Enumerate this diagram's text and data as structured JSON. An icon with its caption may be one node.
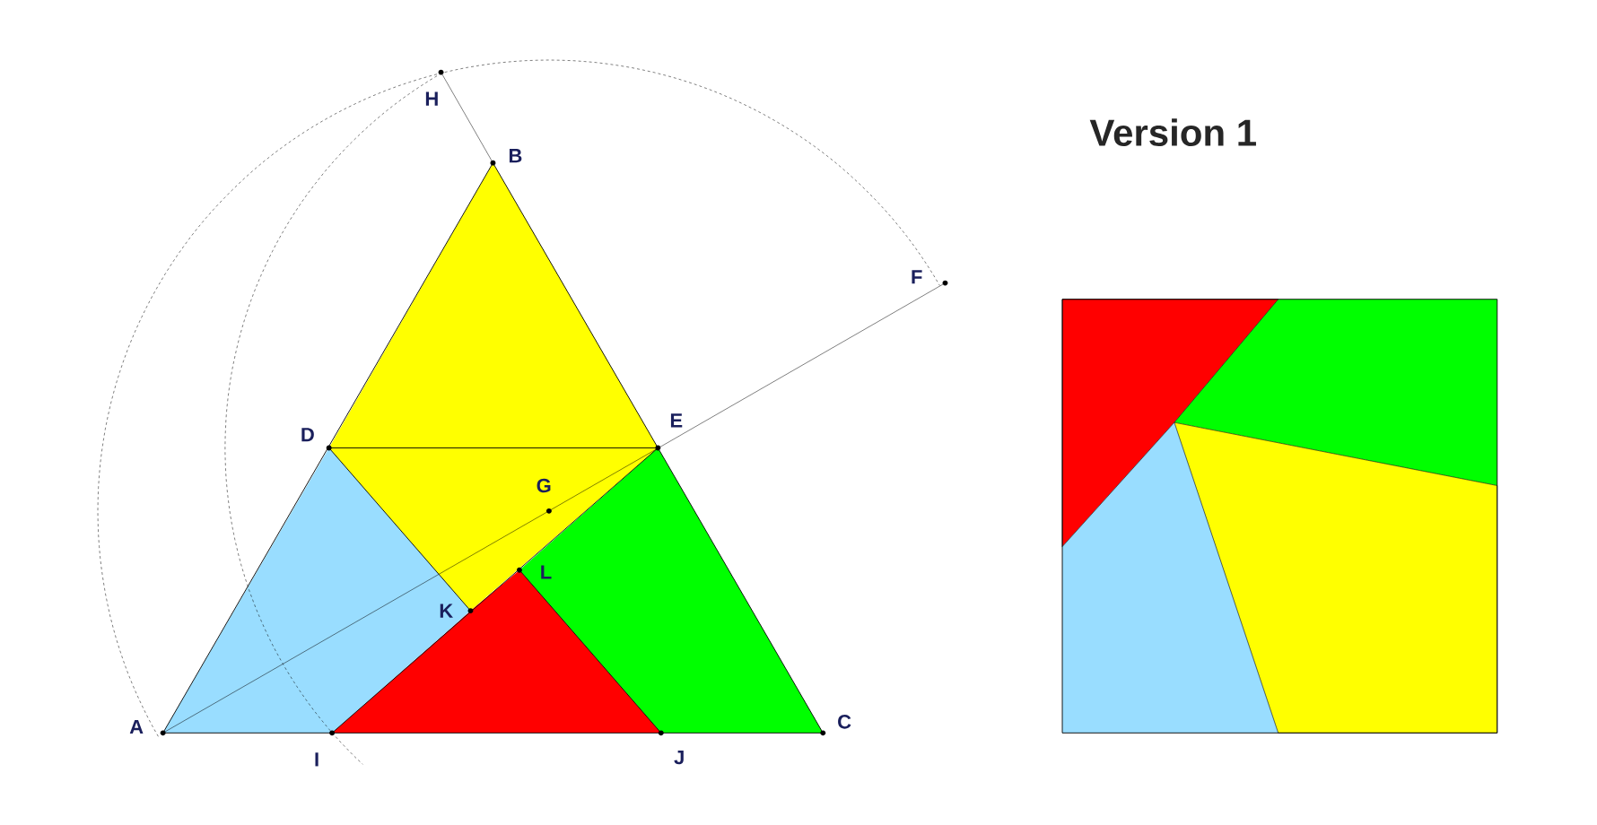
{
  "diagram": {
    "title": "Version 1",
    "labels": [
      "H",
      "B",
      "F",
      "D",
      "E",
      "G",
      "L",
      "K",
      "A",
      "I",
      "J",
      "C"
    ]
  }
}
